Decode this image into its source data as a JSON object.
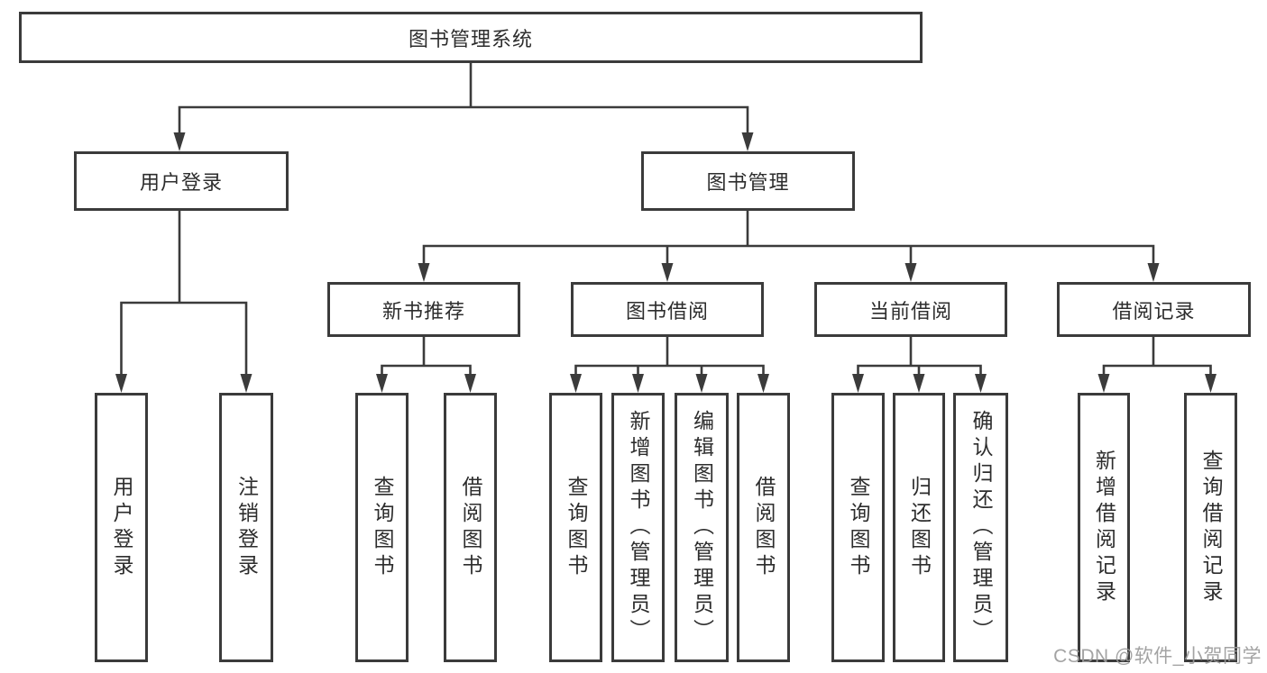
{
  "diagram": {
    "root": "图书管理系统",
    "branches": [
      {
        "label": "用户登录",
        "children": [
          "用户登录",
          "注销登录"
        ]
      },
      {
        "label": "图书管理",
        "sections": [
          {
            "label": "新书推荐",
            "children": [
              "查询图书",
              "借阅图书"
            ]
          },
          {
            "label": "图书借阅",
            "children": [
              "查询图书",
              "新增图书（管理员）",
              "编辑图书（管理员）",
              "借阅图书"
            ]
          },
          {
            "label": "当前借阅",
            "children": [
              "查询图书",
              "归还图书",
              "确认归还（管理员）"
            ]
          },
          {
            "label": "借阅记录",
            "children": [
              "新增借阅记录",
              "查询借阅记录"
            ]
          }
        ]
      }
    ]
  },
  "watermark": "CSDN @软件_小贺同学",
  "colors": {
    "line": "#3b3b3b",
    "text": "#2d2d2d",
    "watermark": "#9c9c9c",
    "background": "#ffffff"
  }
}
